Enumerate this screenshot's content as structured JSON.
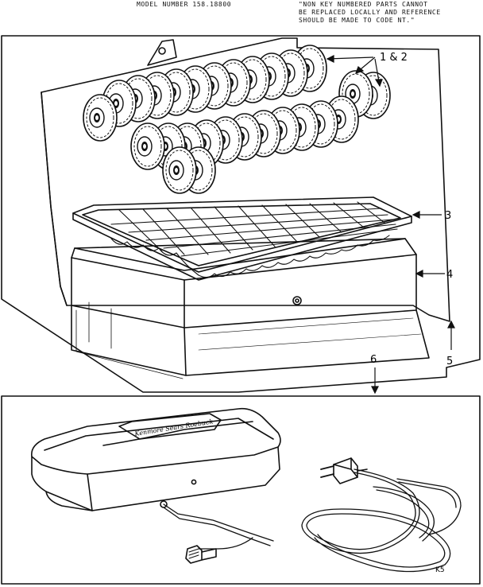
{
  "header": {
    "model_label": "MODEL NUMBER 158.18800",
    "note_lines": [
      "\"NON KEY NUMBERED PARTS CANNOT",
      "BE REPLACED LOCALLY AND REFERENCE",
      "SHOULD BE MADE TO CODE NT.\""
    ]
  },
  "callouts": {
    "cams": "1 & 2",
    "tray": "3",
    "box": "4",
    "case": "5",
    "foot_control": "6"
  },
  "pedal": {
    "brand_text": "Kenmore Sears Roebuck"
  },
  "diagram_code": "K5"
}
